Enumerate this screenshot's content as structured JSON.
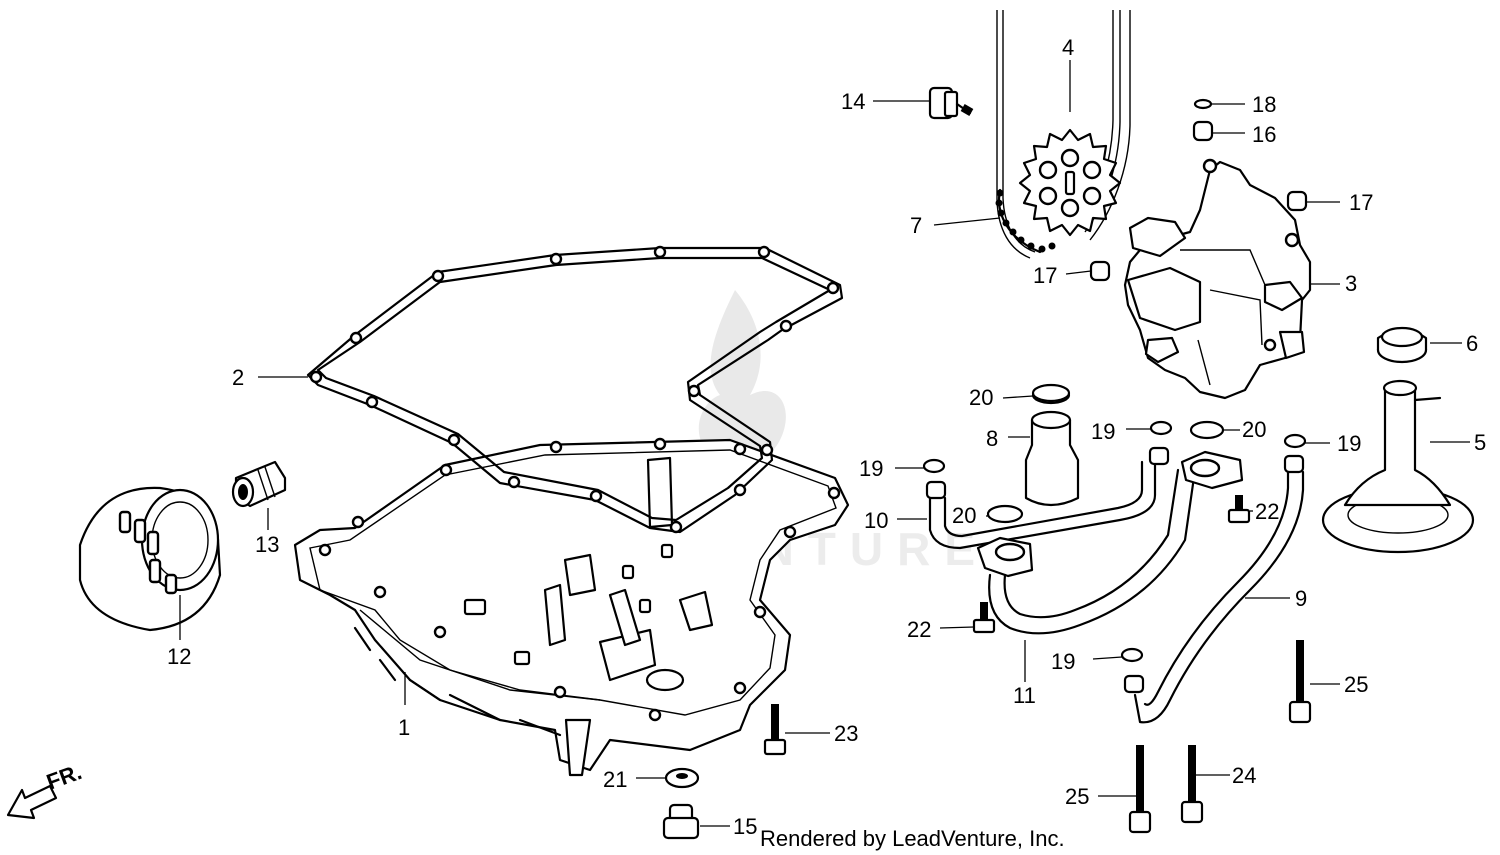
{
  "diagram": {
    "callouts": [
      "1",
      "2",
      "3",
      "4",
      "5",
      "6",
      "7",
      "8",
      "9",
      "10",
      "11",
      "12",
      "13",
      "14",
      "15",
      "16",
      "17",
      "17",
      "18",
      "19",
      "19",
      "19",
      "19",
      "20",
      "20",
      "20",
      "21",
      "22",
      "22",
      "23",
      "24",
      "25",
      "25"
    ],
    "front_label": "FR.",
    "credit": "Rendered by LeadVenture, Inc.",
    "watermark": "LEADVENTURE"
  }
}
